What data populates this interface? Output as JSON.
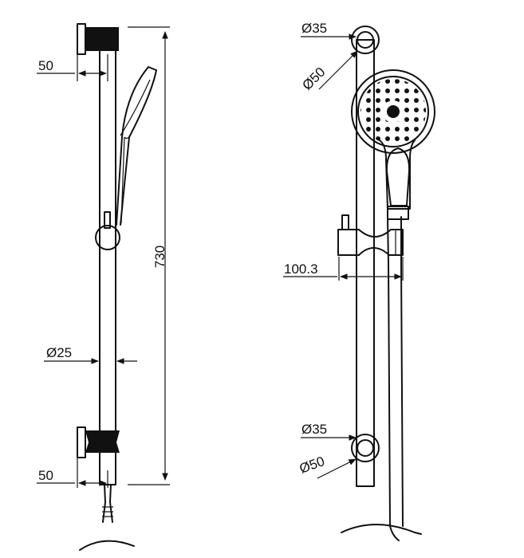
{
  "side_view": {
    "dim_wall_top": "50",
    "dim_wall_bottom": "50",
    "dim_rail_diameter": "Ø25",
    "dim_length": "730"
  },
  "front_view": {
    "dim_bracket_top_inner": "Ø35",
    "dim_bracket_top_outer": "Ø50",
    "dim_holder_offset": "100.3",
    "dim_bracket_bottom_inner": "Ø35",
    "dim_bracket_bottom_outer": "Ø50"
  },
  "colors": {
    "line": "#111111",
    "fill_dark": "#111111",
    "background": "#ffffff"
  }
}
